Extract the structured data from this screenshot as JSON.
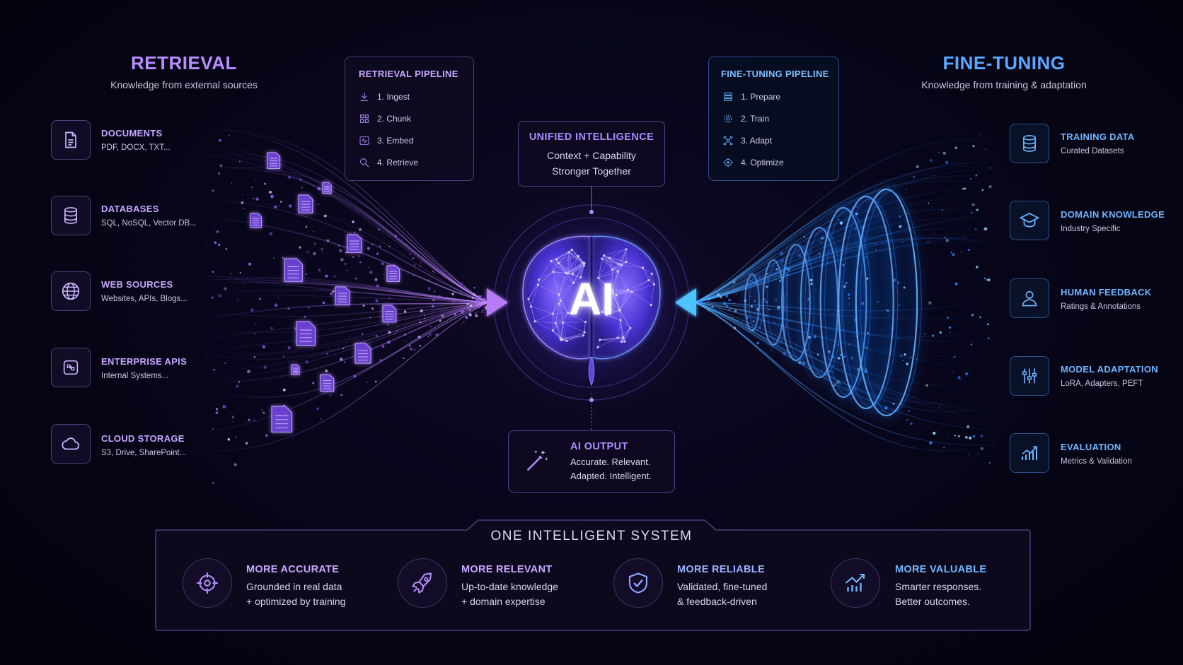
{
  "retrieval": {
    "title": "RETRIEVAL",
    "subtitle": "Knowledge from external sources",
    "sources": [
      {
        "icon": "document-icon",
        "label": "DOCUMENTS",
        "desc": "PDF, DOCX, TXT..."
      },
      {
        "icon": "database-icon",
        "label": "DATABASES",
        "desc": "SQL, NoSQL, Vector DB..."
      },
      {
        "icon": "globe-icon",
        "label": "WEB SOURCES",
        "desc": "Websites, APIs, Blogs..."
      },
      {
        "icon": "api-icon",
        "label": "ENTERPRISE APIS",
        "desc": "Internal Systems..."
      },
      {
        "icon": "cloud-icon",
        "label": "CLOUD STORAGE",
        "desc": "S3, Drive, SharePoint..."
      }
    ]
  },
  "retrieval_pipeline": {
    "title": "RETRIEVAL PIPELINE",
    "steps": [
      {
        "icon": "download-icon",
        "label": "1. Ingest"
      },
      {
        "icon": "grid-icon",
        "label": "2. Chunk"
      },
      {
        "icon": "waveform-icon",
        "label": "3. Embed"
      },
      {
        "icon": "search-icon",
        "label": "4. Retrieve"
      }
    ]
  },
  "unified": {
    "title": "UNIFIED INTELLIGENCE",
    "line1": "Context + Capability",
    "line2": "Stronger Together"
  },
  "core": {
    "label": "AI"
  },
  "finetuning_pipeline": {
    "title": "FINE-TUNING PIPELINE",
    "steps": [
      {
        "icon": "layers-icon",
        "label": "1. Prepare"
      },
      {
        "icon": "gear-icon",
        "label": "2. Train"
      },
      {
        "icon": "network-icon",
        "label": "3. Adapt"
      },
      {
        "icon": "target-gear-icon",
        "label": "4. Optimize"
      }
    ]
  },
  "finetuning": {
    "title": "FINE-TUNING",
    "subtitle": "Knowledge from training & adaptation",
    "sources": [
      {
        "icon": "database-icon",
        "label": "TRAINING DATA",
        "desc": "Curated Datasets"
      },
      {
        "icon": "graduation-cap-icon",
        "label": "DOMAIN KNOWLEDGE",
        "desc": "Industry Specific"
      },
      {
        "icon": "person-icon",
        "label": "HUMAN FEEDBACK",
        "desc": "Ratings & Annotations"
      },
      {
        "icon": "sliders-icon",
        "label": "MODEL ADAPTATION",
        "desc": "LoRA, Adapters, PEFT"
      },
      {
        "icon": "growth-chart-icon",
        "label": "EVALUATION",
        "desc": "Metrics & Validation"
      }
    ]
  },
  "output": {
    "title": "AI OUTPUT",
    "line1": "Accurate. Relevant.",
    "line2": "Adapted. Intelligent."
  },
  "system": {
    "title": "ONE INTELLIGENT SYSTEM",
    "benefits": [
      {
        "icon": "crosshair-icon",
        "title": "MORE ACCURATE",
        "line1": "Grounded in real data",
        "line2": "+ optimized by training"
      },
      {
        "icon": "rocket-icon",
        "title": "MORE RELEVANT",
        "line1": "Up-to-date knowledge",
        "line2": "+ domain expertise"
      },
      {
        "icon": "shield-check-icon",
        "title": "MORE RELIABLE",
        "line1": "Validated, fine-tuned",
        "line2": "& feedback-driven"
      },
      {
        "icon": "trend-chart-icon",
        "title": "MORE VALUABLE",
        "line1": "Smarter responses.",
        "line2": "Better outcomes."
      }
    ]
  },
  "colors": {
    "retrieval_accent": "#b57cf5",
    "finetuning_accent": "#4f9cf5",
    "label_purple": "#c8a6ff",
    "label_blue": "#6fb6ff"
  }
}
